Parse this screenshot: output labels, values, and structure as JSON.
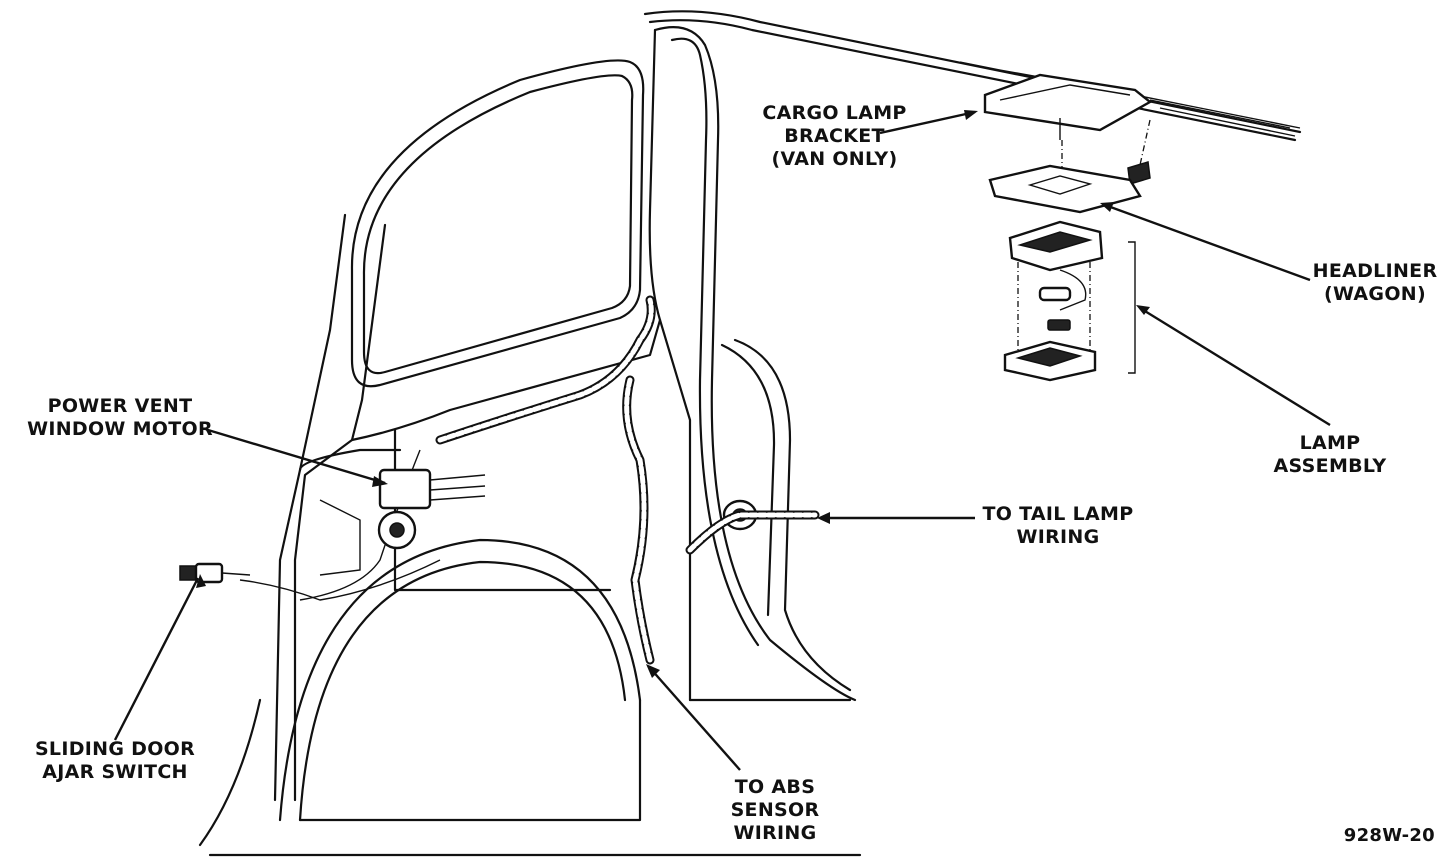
{
  "labels": {
    "cargo_lamp_bracket": [
      "CARGO LAMP",
      "BRACKET",
      "(VAN ONLY)"
    ],
    "headliner": [
      "HEADLINER",
      "(WAGON)"
    ],
    "lamp_assembly": [
      "LAMP",
      "ASSEMBLY"
    ],
    "tail_lamp": [
      "TO TAIL LAMP",
      "WIRING"
    ],
    "power_vent": [
      "POWER VENT",
      "WINDOW MOTOR"
    ],
    "sliding_door": [
      "SLIDING DOOR",
      "AJAR SWITCH"
    ],
    "abs_sensor": [
      "TO ABS",
      "SENSOR",
      "WIRING"
    ],
    "figure_id": "928W-20"
  }
}
